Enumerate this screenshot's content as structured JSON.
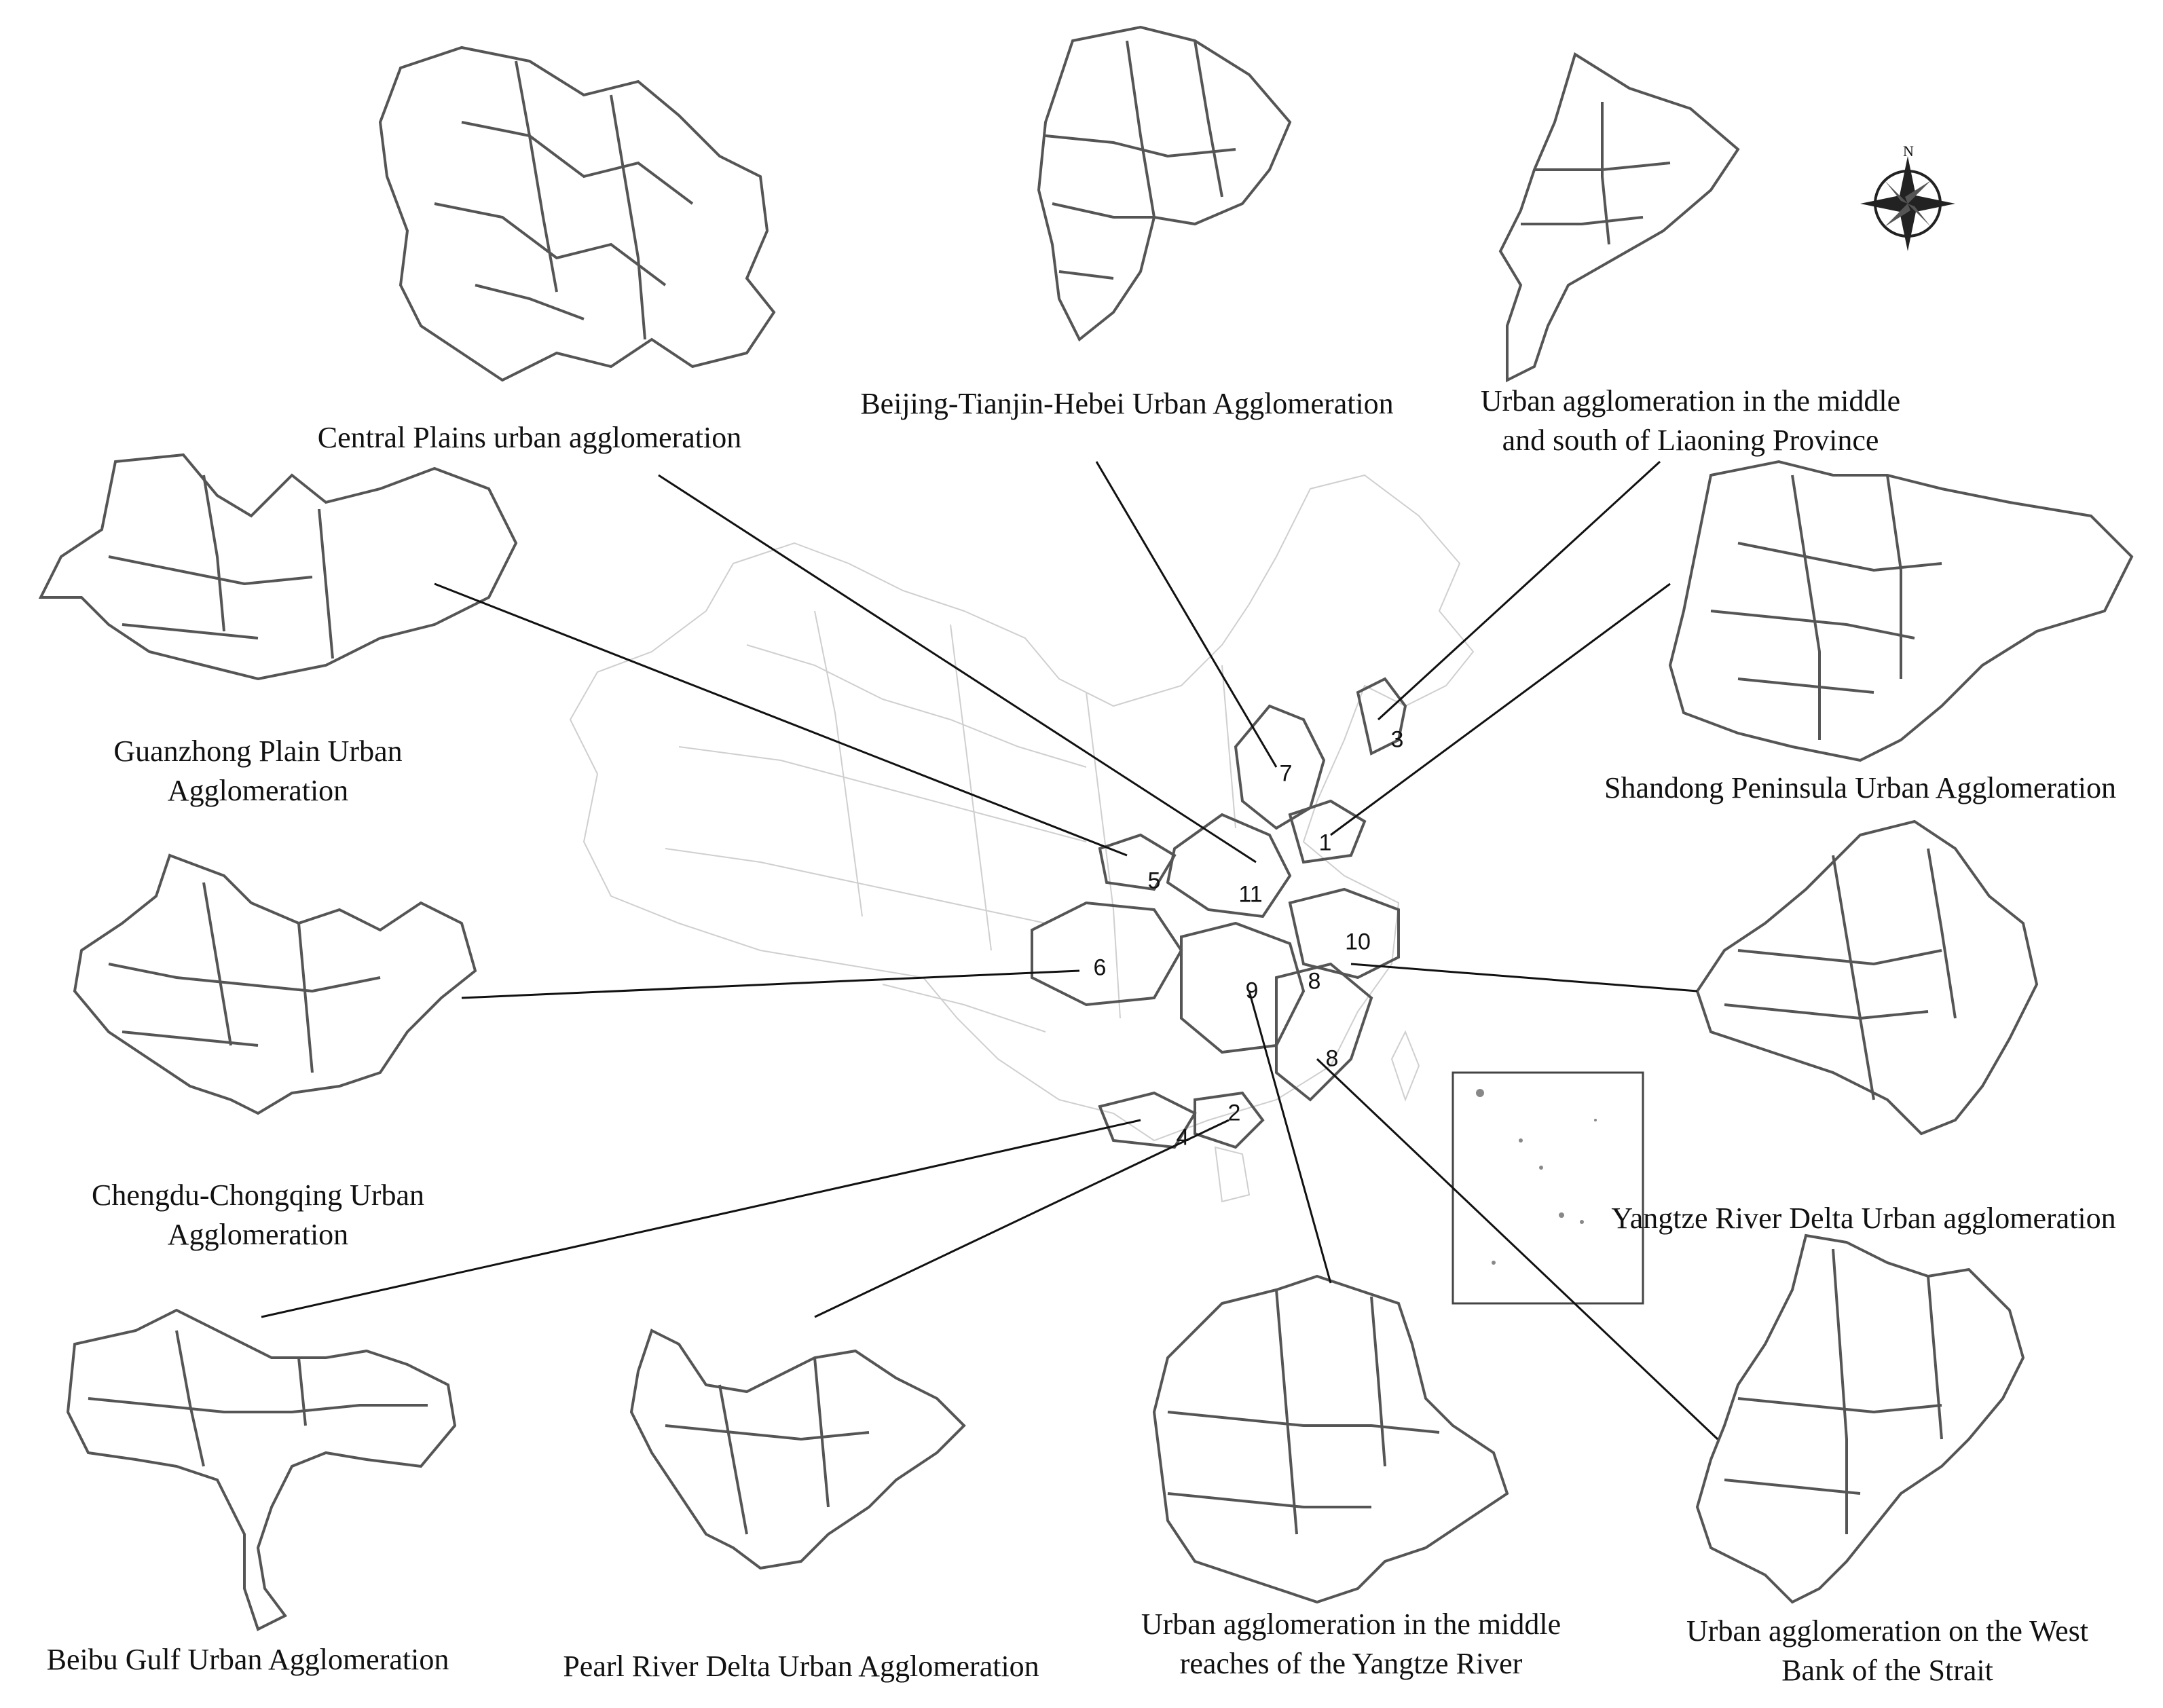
{
  "agglomerations": [
    {
      "id": "1",
      "name": "Shandong Peninsula Urban Agglomeration"
    },
    {
      "id": "2",
      "name": "Pearl River Delta Urban Agglomeration"
    },
    {
      "id": "3",
      "name_lines": [
        "Urban agglomeration in the middle",
        "and south of Liaoning Province"
      ]
    },
    {
      "id": "4",
      "name": "Beibu Gulf Urban Agglomeration"
    },
    {
      "id": "5",
      "name_lines": [
        "Guanzhong Plain Urban",
        "Agglomeration"
      ]
    },
    {
      "id": "6",
      "name_lines": [
        "Chengdu-Chongqing Urban",
        "Agglomeration"
      ]
    },
    {
      "id": "7",
      "name": "Beijing-Tianjin-Hebei Urban Agglomeration"
    },
    {
      "id": "8",
      "name_lines": [
        "Urban agglomeration on the West",
        "Bank of the Strait"
      ]
    },
    {
      "id": "9",
      "name_lines": [
        "Urban agglomeration in the middle",
        "reaches of the Yangtze River"
      ]
    },
    {
      "id": "10",
      "name": "Yangtze River Delta Urban agglomeration"
    },
    {
      "id": "11",
      "name": "Central Plains urban agglomeration"
    }
  ],
  "compass": {
    "north_label": "N"
  },
  "colors": {
    "outline": "#555555",
    "faint_outline": "#c8c8c8",
    "leader": "#111111"
  }
}
